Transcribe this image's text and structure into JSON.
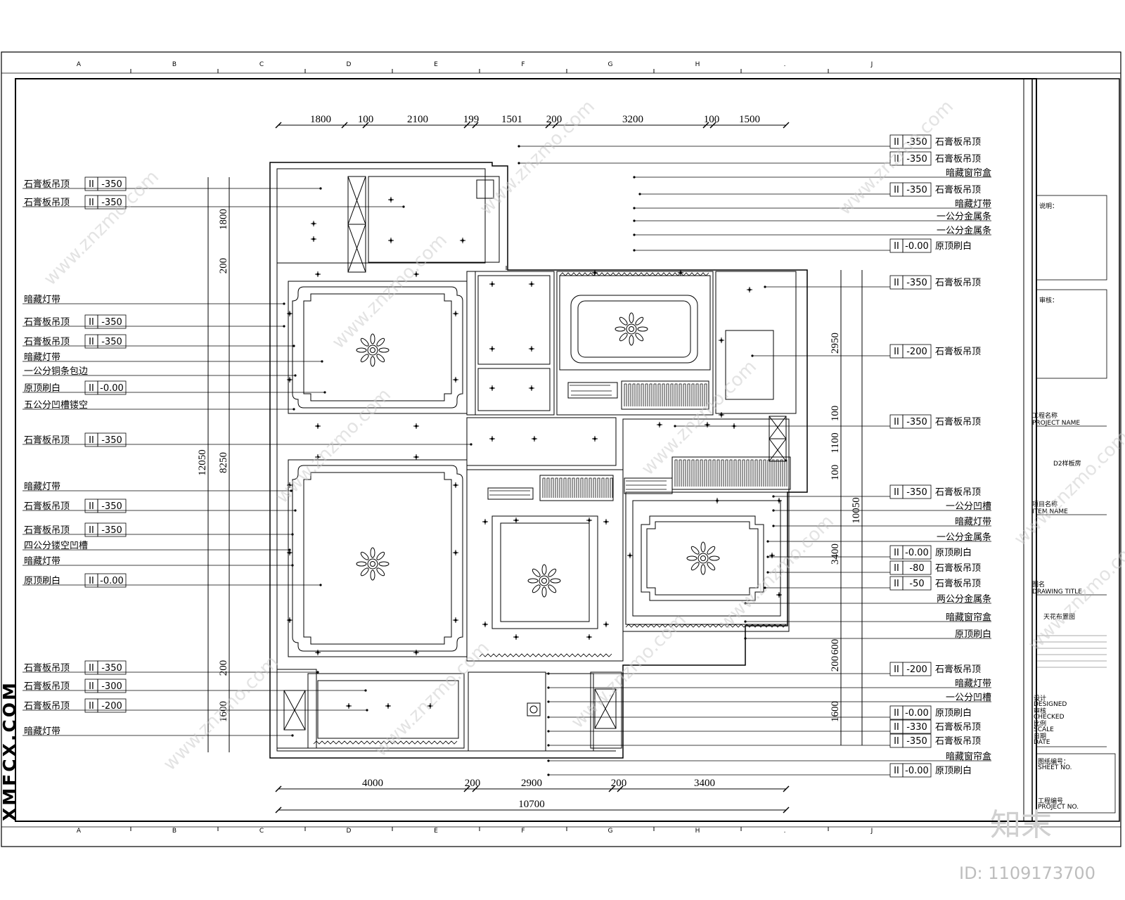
{
  "grid": {
    "columns": [
      "A",
      "B",
      "C",
      "D",
      "E",
      "F",
      "G",
      "H",
      ".",
      "J"
    ]
  },
  "top_dims": [
    "1800",
    "100",
    "2100",
    "199",
    "1501",
    "200",
    "3200",
    "100",
    "1500"
  ],
  "bottom_dims": [
    "4000",
    "200",
    "2900",
    "200",
    "3400"
  ],
  "total_width": "10700",
  "left_dims": [
    "1800",
    "200",
    "12050",
    "8250",
    "200",
    "1600"
  ],
  "right_dims": [
    "2950",
    "100",
    "1100",
    "100",
    "10050",
    "3400",
    "200",
    "600",
    "1600"
  ],
  "left_labels": [
    {
      "text": "石膏板吊顶",
      "code": "II",
      "val": "-350"
    },
    {
      "text": "石膏板吊顶",
      "code": "II",
      "val": "-350"
    },
    {
      "text": "暗藏灯带"
    },
    {
      "text": "石膏板吊顶",
      "code": "II",
      "val": "-350"
    },
    {
      "text": "石膏板吊顶",
      "code": "II",
      "val": "-350"
    },
    {
      "text": "暗藏灯带"
    },
    {
      "text": "一公分铜条包边"
    },
    {
      "text": "原顶刷白",
      "code": "II",
      "val": "-0.00"
    },
    {
      "text": "五公分凹槽镂空"
    },
    {
      "text": "石膏板吊顶",
      "code": "II",
      "val": "-350"
    },
    {
      "text": "暗藏灯带"
    },
    {
      "text": "石膏板吊顶",
      "code": "II",
      "val": "-350"
    },
    {
      "text": "石膏板吊顶",
      "code": "II",
      "val": "-350"
    },
    {
      "text": "四公分镂空凹槽"
    },
    {
      "text": "暗藏灯带"
    },
    {
      "text": "原顶刷白",
      "code": "II",
      "val": "-0.00"
    },
    {
      "text": "石膏板吊顶",
      "code": "II",
      "val": "-350"
    },
    {
      "text": "石膏板吊顶",
      "code": "II",
      "val": "-300"
    },
    {
      "text": "石膏板吊顶",
      "code": "II",
      "val": "-200"
    },
    {
      "text": "暗藏灯带"
    }
  ],
  "right_labels": [
    {
      "text": "石膏板吊顶",
      "code": "II",
      "val": "-350"
    },
    {
      "text": "石膏板吊顶",
      "code": "II",
      "val": "-350"
    },
    {
      "text": "暗藏窗帘盒"
    },
    {
      "text": "石膏板吊顶",
      "code": "II",
      "val": "-350"
    },
    {
      "text": "暗藏灯带"
    },
    {
      "text": "一公分金属条"
    },
    {
      "text": "一公分金属条"
    },
    {
      "text": "原顶刷白",
      "code": "II",
      "val": "-0.00"
    },
    {
      "text": "石膏板吊顶",
      "code": "II",
      "val": "-350"
    },
    {
      "text": "石膏板吊顶",
      "code": "II",
      "val": "-200"
    },
    {
      "text": "石膏板吊顶",
      "code": "II",
      "val": "-350"
    },
    {
      "text": "石膏板吊顶",
      "code": "II",
      "val": "-350"
    },
    {
      "text": "一公分凹槽"
    },
    {
      "text": "暗藏灯带"
    },
    {
      "text": "一公分金属条"
    },
    {
      "text": "原顶刷白",
      "code": "II",
      "val": "-0.00"
    },
    {
      "text": "石膏板吊顶",
      "code": "II",
      "val": "-80"
    },
    {
      "text": "石膏板吊顶",
      "code": "II",
      "val": "-50"
    },
    {
      "text": "两公分金属条"
    },
    {
      "text": "暗藏窗帘盒"
    },
    {
      "text": "原顶刷白"
    },
    {
      "text": "石膏板吊顶",
      "code": "II",
      "val": "-200"
    },
    {
      "text": "暗藏灯带"
    },
    {
      "text": "一公分凹槽"
    },
    {
      "text": "原顶刷白",
      "code": "II",
      "val": "-0.00"
    },
    {
      "text": "石膏板吊顶",
      "code": "II",
      "val": "-330"
    },
    {
      "text": "石膏板吊顶",
      "code": "II",
      "val": "-350"
    },
    {
      "text": "暗藏窗帘盒"
    },
    {
      "text": "原顶刷白",
      "code": "II",
      "val": "-0.00"
    }
  ],
  "title_block": {
    "note1": "说明：",
    "note2": "审核：",
    "project_label": "工程名称",
    "project_label_en": "PROJECT NAME",
    "project_name": "D2样板房",
    "item_label": "项目名称",
    "item_label_en": "ITEM NAME",
    "drawing_label": "图名",
    "drawing_label_en": "DRAWING TITLE",
    "drawing_name": "天花布置图",
    "designer_label": "设计",
    "designer_en": "DESIGNED",
    "checked_label": "审核",
    "checked_en": "CHECKED",
    "scale_label": "比例",
    "scale_en": "SCALE",
    "date_label": "日期",
    "date_en": "DATE",
    "sheet_label": "图纸编号：",
    "sheet_en": "SHEET NO.",
    "project_no_label": "工程编号",
    "project_no_en": "PROJECT NO."
  },
  "brand": "XMFCX.COM",
  "watermark": "www.znzmo.com",
  "logo": "知末",
  "image_id": "ID: 1109173700"
}
